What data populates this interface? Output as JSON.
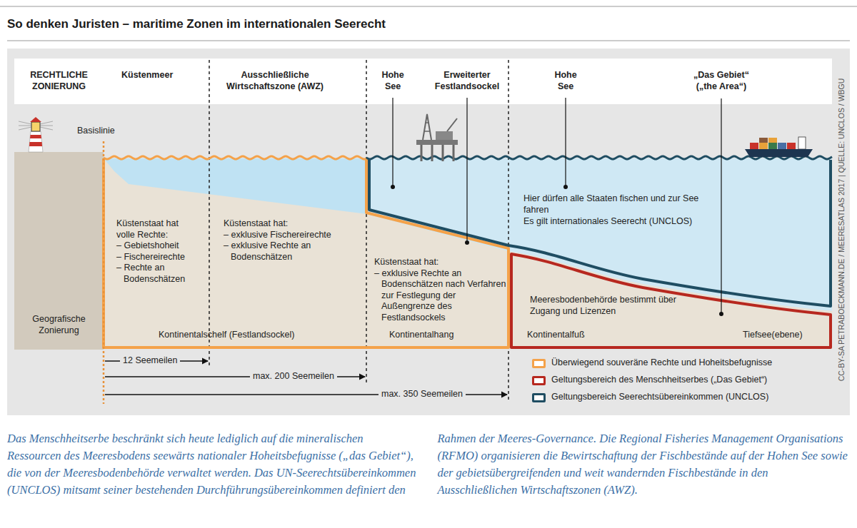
{
  "diagram": {
    "title": "So denken Juristen – maritime Zonen im internationalen Seerecht",
    "caption": "Das Menschheitserbe beschränkt sich heute lediglich auf die mineralischen Ressourcen des Meeresbodens seewärts nationaler Hoheitsbefugnisse („das Gebiet“), die von der Meeresbodenbehörde verwaltet werden. Das UN-Seerechtsübereinkommen (UNCLOS) mitsamt seiner bestehenden Durchführungsübereinkommen definiert den Rahmen der Meeres-Governance. Die Regional Fisheries Management Organisations (RFMO) organisieren die Bewirtschaftung der Fischbestände auf der Hohen See sowie der gebietsübergreifenden und weit wandernden Fischbestände in den Ausschließlichen Wirtschaftszonen (AWZ).",
    "labels": [
      "RECHTLICHE ZONIERUNG",
      "Küstenmeer",
      "Ausschließliche Wirtschaftszone (AWZ)",
      "Hohe See",
      "Erweiterter Festlandsockel",
      "Hohe See",
      "„Das Gebiet“ („the Area“)",
      "Basislinie",
      "Küstenstaat hat volle Rechte: – Gebietshoheit – Fischereirechte – Rechte an Bodenschätzen",
      "Küstenstaat hat: – exklusive Fischereirechte – exklusive Rechte an Bodenschätzen",
      "Küstenstaat hat: – exklusive Rechte an Bodenschätzen nach Verfahren zur Festlegung der Außengrenze des Festlandsockels",
      "Hier dürfen alle Staaten fischen und zur See fahren",
      "Es gilt internationales Seerecht (UNCLOS)",
      "Meeresbodenbehörde bestimmt über Zugang und Lizenzen",
      "Geografische Zonierung",
      "Kontinentalschelf (Festlandsockel)",
      "Kontinentalhang",
      "Kontinentalfuß",
      "Tiefsee(ebene)",
      "12 Seemeilen",
      "max. 200 Seemeilen",
      "max. 350 Seemeilen",
      "CC-BY-SA PETRABOECKMANN.DE / MEERESATLAS 2017 | QUELLE: UNCLOS / WBGU"
    ],
    "legend": [
      {
        "text": "Überwiegend souveräne Rechte und Hoheitsbefugnisse",
        "color": "#f4a24a"
      },
      {
        "text": "Geltungsbereich des Menschheitserbes („Das Gebiet“)",
        "color": "#b7281f"
      },
      {
        "text": "Geltungsbereich Seerechtsübereinkommen (UNCLOS)",
        "color": "#1f4d62"
      }
    ]
  }
}
